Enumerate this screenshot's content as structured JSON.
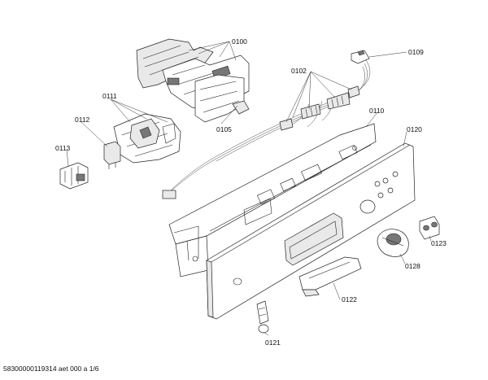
{
  "callouts": [
    {
      "id": "part-0100",
      "label": "0100"
    },
    {
      "id": "part-0102",
      "label": "0102"
    },
    {
      "id": "part-0105",
      "label": "0105"
    },
    {
      "id": "part-0109",
      "label": "0109"
    },
    {
      "id": "part-0110",
      "label": "0110"
    },
    {
      "id": "part-0111",
      "label": "0111"
    },
    {
      "id": "part-0112",
      "label": "0112"
    },
    {
      "id": "part-0113",
      "label": "0113"
    },
    {
      "id": "part-0120",
      "label": "0120"
    },
    {
      "id": "part-0121",
      "label": "0121"
    },
    {
      "id": "part-0122",
      "label": "0122"
    },
    {
      "id": "part-0123",
      "label": "0123"
    },
    {
      "id": "part-0128",
      "label": "0128"
    }
  ],
  "footer": {
    "text": "58300000119314 aet 000 a 1/6"
  }
}
